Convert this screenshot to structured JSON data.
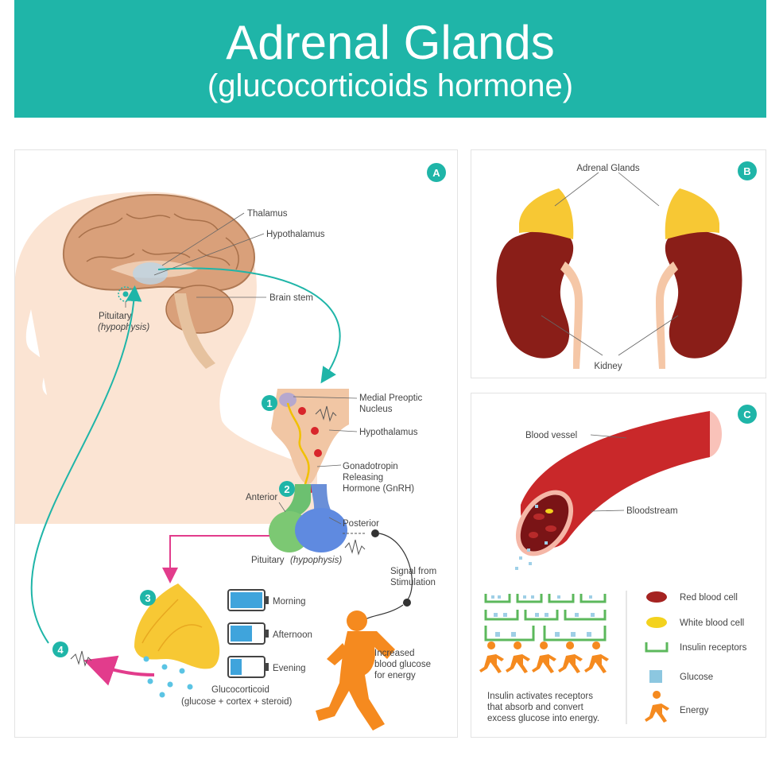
{
  "header": {
    "title": "Adrenal Glands",
    "subtitle": "(glucocorticoids hormone)"
  },
  "colors": {
    "teal": "#1fb5a8",
    "kidney": "#8a1e18",
    "gland": "#f7c834",
    "energy": "#f58a1f",
    "magenta": "#e23c8c"
  },
  "panel_a": {
    "badge": "A",
    "brain_labels": {
      "thalamus": "Thalamus",
      "hypothalamus": "Hypothalamus",
      "brain_stem": "Brain stem",
      "pituitary": "Pituitary",
      "hypophysis": "(hypophysis)"
    },
    "steps": [
      "1",
      "2",
      "3",
      "4"
    ],
    "detail_labels": {
      "medial_preoptic_1": "Medial Preoptic",
      "medial_preoptic_2": "Nucleus",
      "hypothalamus": "Hypothalamus",
      "gnrh_1": "Gonadotropin",
      "gnrh_2": "Releasing",
      "gnrh_3": "Hormone (GnRH)",
      "anterior": "Anterior",
      "posterior": "Posterior",
      "pituitary_caption": "Pituitary",
      "pituitary_caption_italic": "(hypophysis)",
      "signal_1": "Signal from",
      "signal_2": "Stimulation",
      "energy_1": "Increased",
      "energy_2": "blood glucose",
      "energy_3": "for energy",
      "gluco_1": "Glucocorticoid",
      "gluco_2": "(glucose + cortex + steroid)"
    },
    "batteries": [
      {
        "label": "Morning",
        "level": 1.0
      },
      {
        "label": "Afternoon",
        "level": 0.66
      },
      {
        "label": "Evening",
        "level": 0.33
      }
    ]
  },
  "panel_b": {
    "badge": "B",
    "label_glands": "Adrenal Glands",
    "label_kidney": "Kidney"
  },
  "panel_c": {
    "badge": "C",
    "label_vessel": "Blood vessel",
    "label_stream": "Bloodstream",
    "caption_1": "Insulin activates receptors",
    "caption_2": "that absorb  and convert",
    "caption_3": "excess glucose into energy.",
    "legend": [
      {
        "label": "Red blood cell",
        "icon": "red-blood-cell-icon"
      },
      {
        "label": "White blood cell",
        "icon": "white-blood-cell-icon"
      },
      {
        "label": "Insulin receptors",
        "icon": "insulin-receptor-icon"
      },
      {
        "label": "Glucose",
        "icon": "glucose-icon"
      },
      {
        "label": "Energy",
        "icon": "runner-icon"
      }
    ]
  }
}
